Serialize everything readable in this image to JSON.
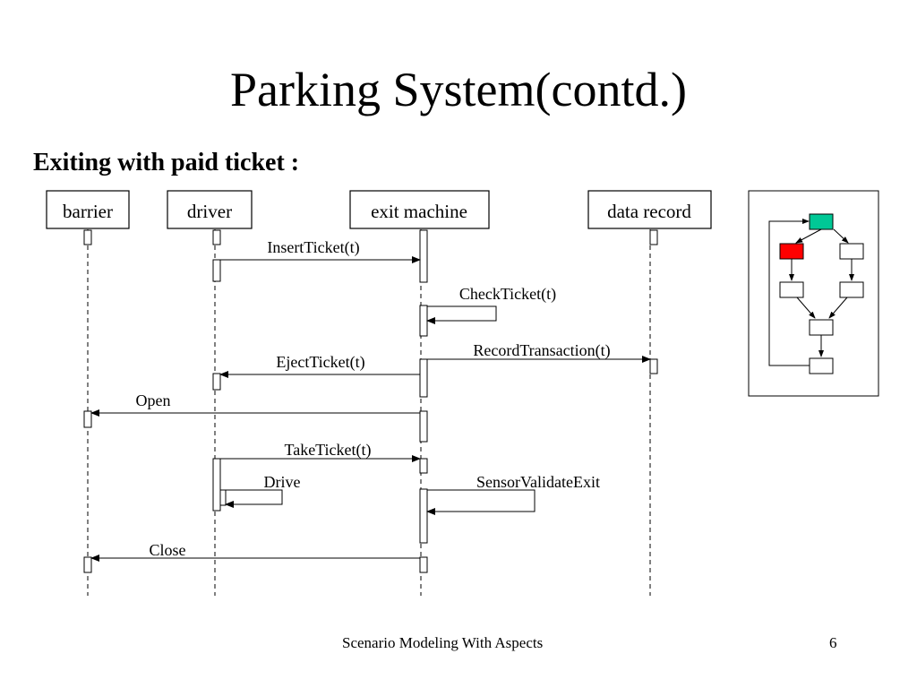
{
  "slide": {
    "title": "Parking System(contd.)",
    "subtitle": "Exiting with paid ticket :",
    "footer_text": "Scenario Modeling With Aspects",
    "page_number": "6"
  },
  "lifelines": [
    {
      "id": "barrier",
      "label": "barrier"
    },
    {
      "id": "driver",
      "label": "driver"
    },
    {
      "id": "exit_machine",
      "label": "exit machine"
    },
    {
      "id": "data_record",
      "label": "data record"
    }
  ],
  "messages": [
    {
      "label": "InsertTicket(t)",
      "from": "driver",
      "to": "exit machine"
    },
    {
      "label": "CheckTicket(t)",
      "from": "exit machine",
      "to": "exit machine"
    },
    {
      "label": "RecordTransaction(t)",
      "from": "exit machine",
      "to": "data record"
    },
    {
      "label": "EjectTicket(t)",
      "from": "exit machine",
      "to": "driver"
    },
    {
      "label": "Open",
      "from": "exit machine",
      "to": "barrier"
    },
    {
      "label": "TakeTicket(t)",
      "from": "driver",
      "to": "exit machine"
    },
    {
      "label": "Drive",
      "from": "driver",
      "to": "driver"
    },
    {
      "label": "SensorValidateExit",
      "from": "exit machine",
      "to": "exit machine"
    },
    {
      "label": "Close",
      "from": "exit machine",
      "to": "barrier"
    }
  ],
  "overview_graph": {
    "highlight_colors": {
      "start_node": "#00c896",
      "active_node": "#ff0000"
    }
  }
}
